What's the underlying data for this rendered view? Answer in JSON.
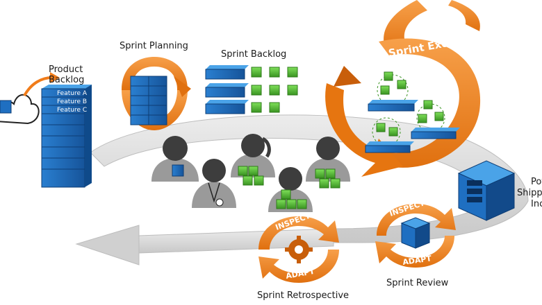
{
  "labels": {
    "product_backlog_line1": "Product",
    "product_backlog_line2": "Backlog",
    "sprint_planning": "Sprint Planning",
    "sprint_backlog": "Sprint Backlog",
    "sprint_execution": "Sprint Execution",
    "potentially_line1": "Pot",
    "potentially_line2": "Shippa",
    "potentially_line3": "Inc",
    "sprint_retrospective": "Sprint Retrospective",
    "sprint_review": "Sprint Review"
  },
  "product_backlog_features": [
    "Feature A",
    "Feature B",
    "Feature C"
  ],
  "cycle_words": {
    "inspect": "INSPECT",
    "adapt": "ADAPT"
  },
  "colors": {
    "orange": "#f07c1a",
    "orange_dark": "#c85e0a",
    "blue": "#1f6fc1",
    "blue_light": "#4aa3e8",
    "green": "#5cc33a",
    "green_dark": "#3a9422",
    "loop_gray": "#d9d9d9",
    "person_dark": "#3d3d3d",
    "person_gray": "#9a9a9a"
  },
  "icons": [
    "cloud-icon",
    "gear-icon",
    "cube-stack-icon",
    "person-icon"
  ]
}
